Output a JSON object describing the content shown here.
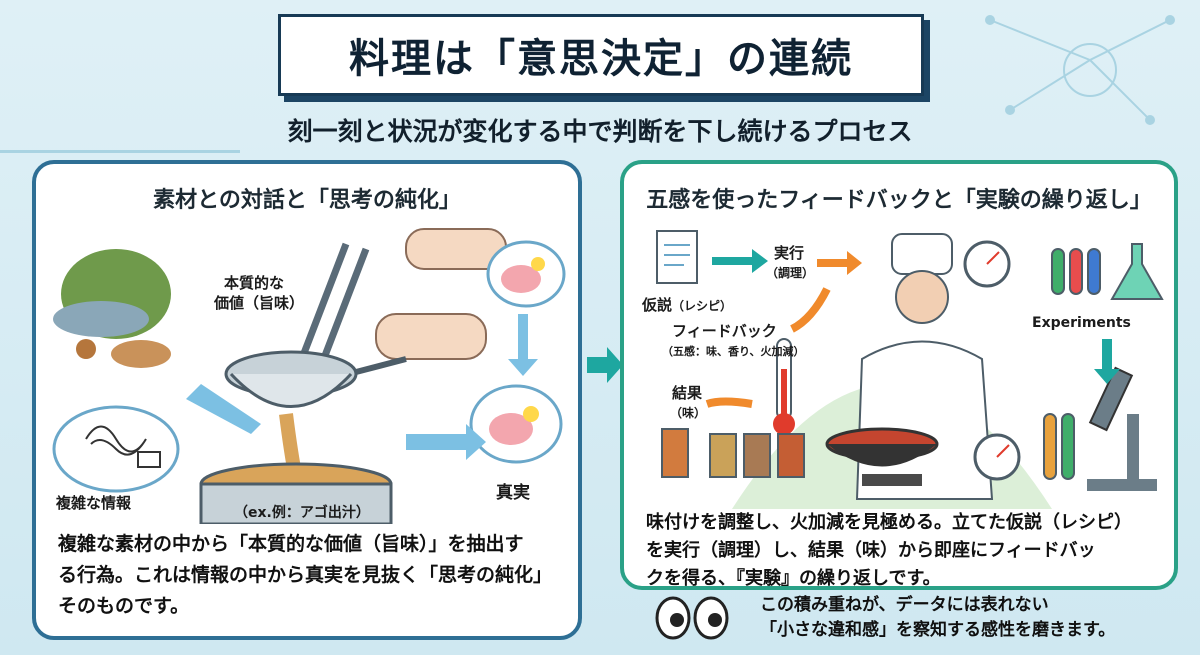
{
  "title": "料理は「意思決定」の連続",
  "subtitle": "刻一刻と状況が変化する中で判断を下し続けるプロセス",
  "left_panel": {
    "heading": "素材との対話と「思考の純化」",
    "label_essential": "本質的な",
    "label_essential2": "価値（旨味）",
    "label_complex": "複雑な情報",
    "label_example": "（ex.例：アゴ出汁）",
    "label_truth": "真実",
    "description": [
      "複雑な素材の中から「本質的な価値（旨味）」を抽出す",
      "る行為。これは情報の中から真実を見抜く「思考の純化」",
      "そのものです。"
    ]
  },
  "right_panel": {
    "heading": "五感を使ったフィードバックと「実験の繰り返し」",
    "label_execute": "実行",
    "label_execute_sub": "（調理）",
    "label_hypothesis": "仮説",
    "label_hypothesis_sub": "（レシピ）",
    "label_feedback": "フィードバック",
    "label_feedback_sub": "（五感：味、香り、火加減）",
    "label_result": "結果",
    "label_result_sub": "（味）",
    "label_experiments": "Experiments",
    "description": [
      "味付けを調整し、火加減を見極める。立てた仮説（レシピ）",
      "を実行（調理）し、結果（味）から即座にフィードバッ",
      "クを得る、『実験』の繰り返しです。"
    ]
  },
  "footer": [
    "この積み重ねが、データには表れない",
    "「小さな違和感」を察知する感性を磨きます。"
  ],
  "colors": {
    "navy": "#173a55",
    "left_border": "#2e6f95",
    "right_border": "#2aa187",
    "orange_arrow": "#f08a2c",
    "teal_arrow": "#1ea7a0",
    "broth": "#d9a45a"
  },
  "icons": [
    "brain-lightbulb-icon",
    "chef-icon",
    "test-tube-icon",
    "flask-icon",
    "microscope-icon",
    "gauge-icon",
    "thermometer-icon",
    "document-icon",
    "eyes-icon",
    "strainer-icon",
    "pot-icon",
    "tongs-icon"
  ]
}
